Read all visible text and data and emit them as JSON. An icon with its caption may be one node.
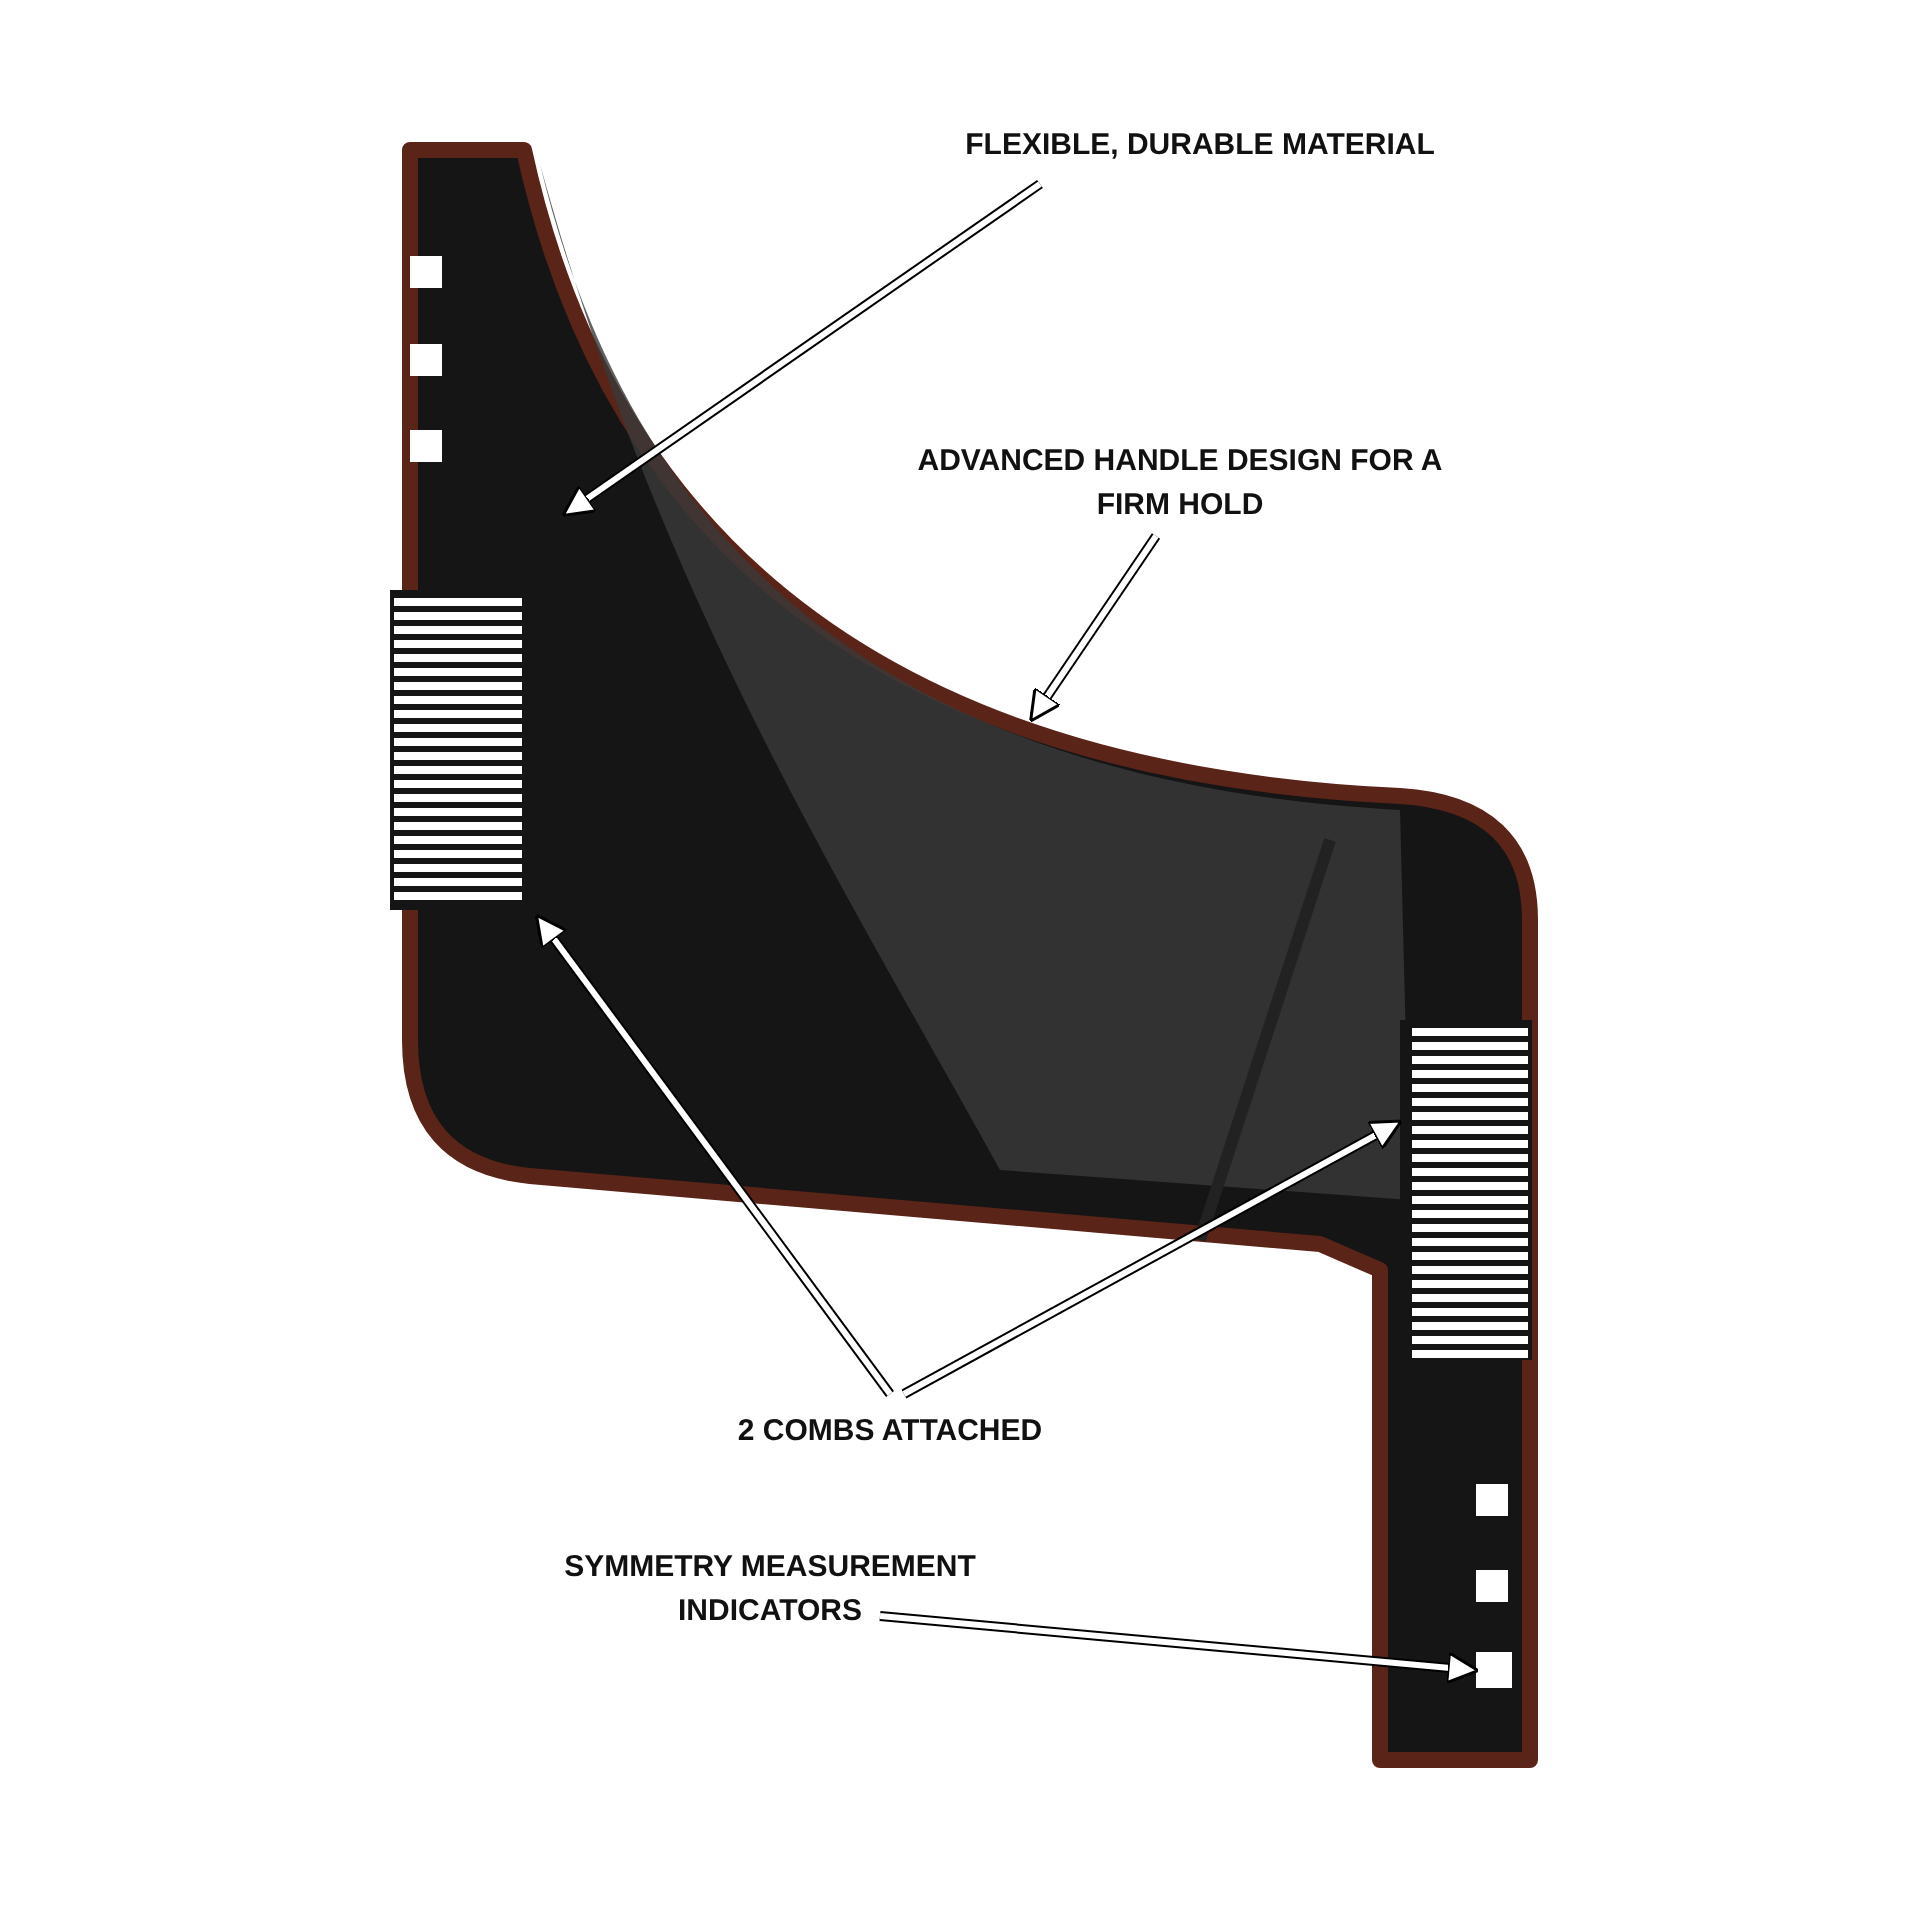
{
  "diagram": {
    "nodes": [
      {
        "text": [
          "FLEXIBLE, DURABLE MATERIAL"
        ]
      },
      {
        "text": [
          "ADVANCED HANDLE DESIGN FOR A FIRM HOLD"
        ]
      },
      {
        "text": [
          "2 COMBS ATTACHED"
        ]
      },
      {
        "text": [
          "SYMMETRY MEASUREMENT INDICATORS"
        ]
      },
      {
        "text": [],
        "shape": "picture"
      },
      {
        "text": [],
        "shape": "picture",
        "in": 4
      },
      {
        "text": [],
        "shape": "picture",
        "in": 4
      },
      {
        "text": [],
        "shape": "box",
        "in": 4
      }
    ],
    "edges": [
      {
        "from": 0,
        "to": 4,
        "arrow": "to"
      },
      {
        "from": 1,
        "to": 4,
        "arrow": "to"
      },
      {
        "from": 2,
        "to": 5,
        "arrow": "to"
      },
      {
        "from": 2,
        "to": 6,
        "arrow": "to"
      },
      {
        "from": 3,
        "to": 7,
        "arrow": "to"
      }
    ]
  }
}
